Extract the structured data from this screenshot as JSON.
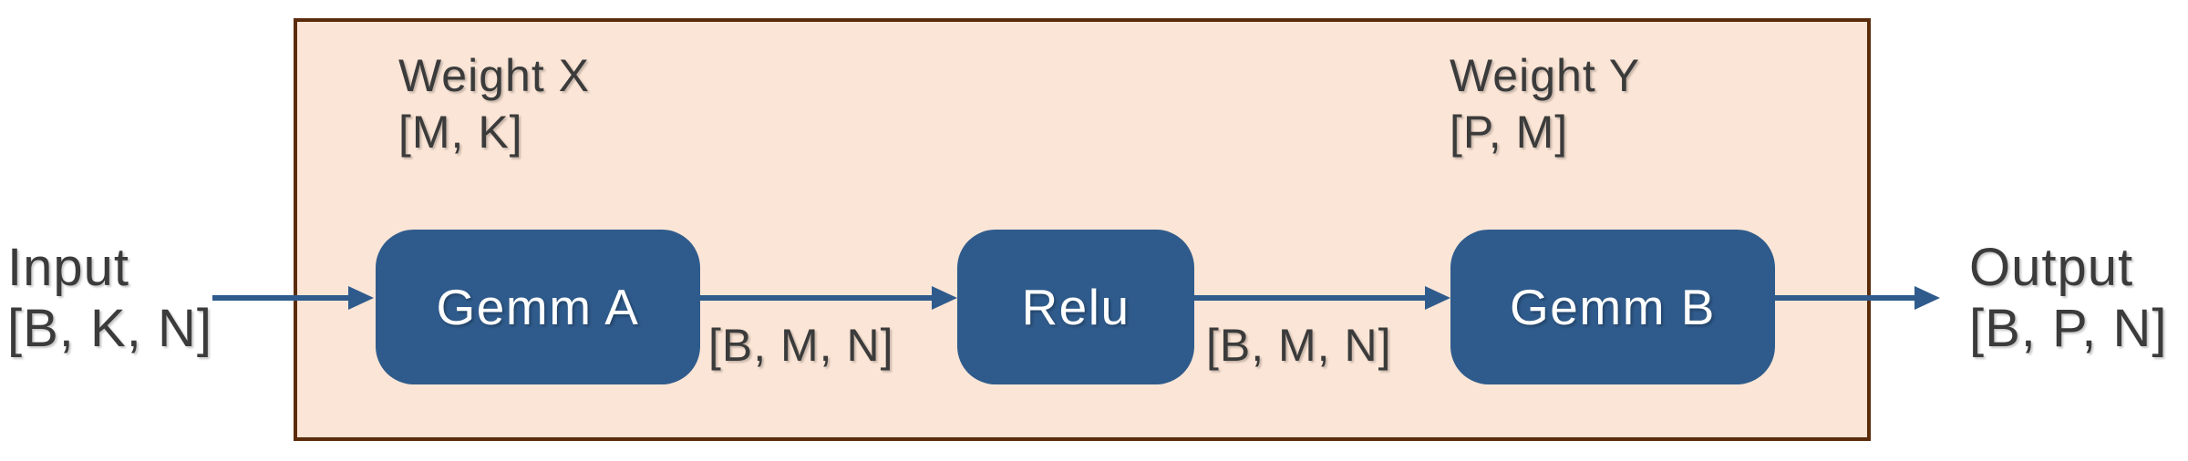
{
  "diagram": {
    "input": {
      "label": "Input",
      "shape": "[B, K, N]"
    },
    "output": {
      "label": "Output",
      "shape": "[B, P, N]"
    },
    "weight_x": {
      "label": "Weight X",
      "shape": "[M, K]"
    },
    "weight_y": {
      "label": "Weight Y",
      "shape": "[P, M]"
    },
    "nodes": [
      {
        "id": "gemm-a",
        "label": "Gemm A"
      },
      {
        "id": "relu",
        "label": "Relu"
      },
      {
        "id": "gemm-b",
        "label": "Gemm B"
      }
    ],
    "edge_labels": [
      {
        "label": "[B, M, N]"
      },
      {
        "label": "[B, M, N]"
      }
    ],
    "colors": {
      "container_fill": "#FBE5D6",
      "container_border": "#5B2C0C",
      "node_fill": "#2F5B8C",
      "node_text": "#FFFFFF",
      "arrow": "#2F5B8C",
      "text": "#3B3B3B",
      "background": "#FFFFFF"
    }
  }
}
